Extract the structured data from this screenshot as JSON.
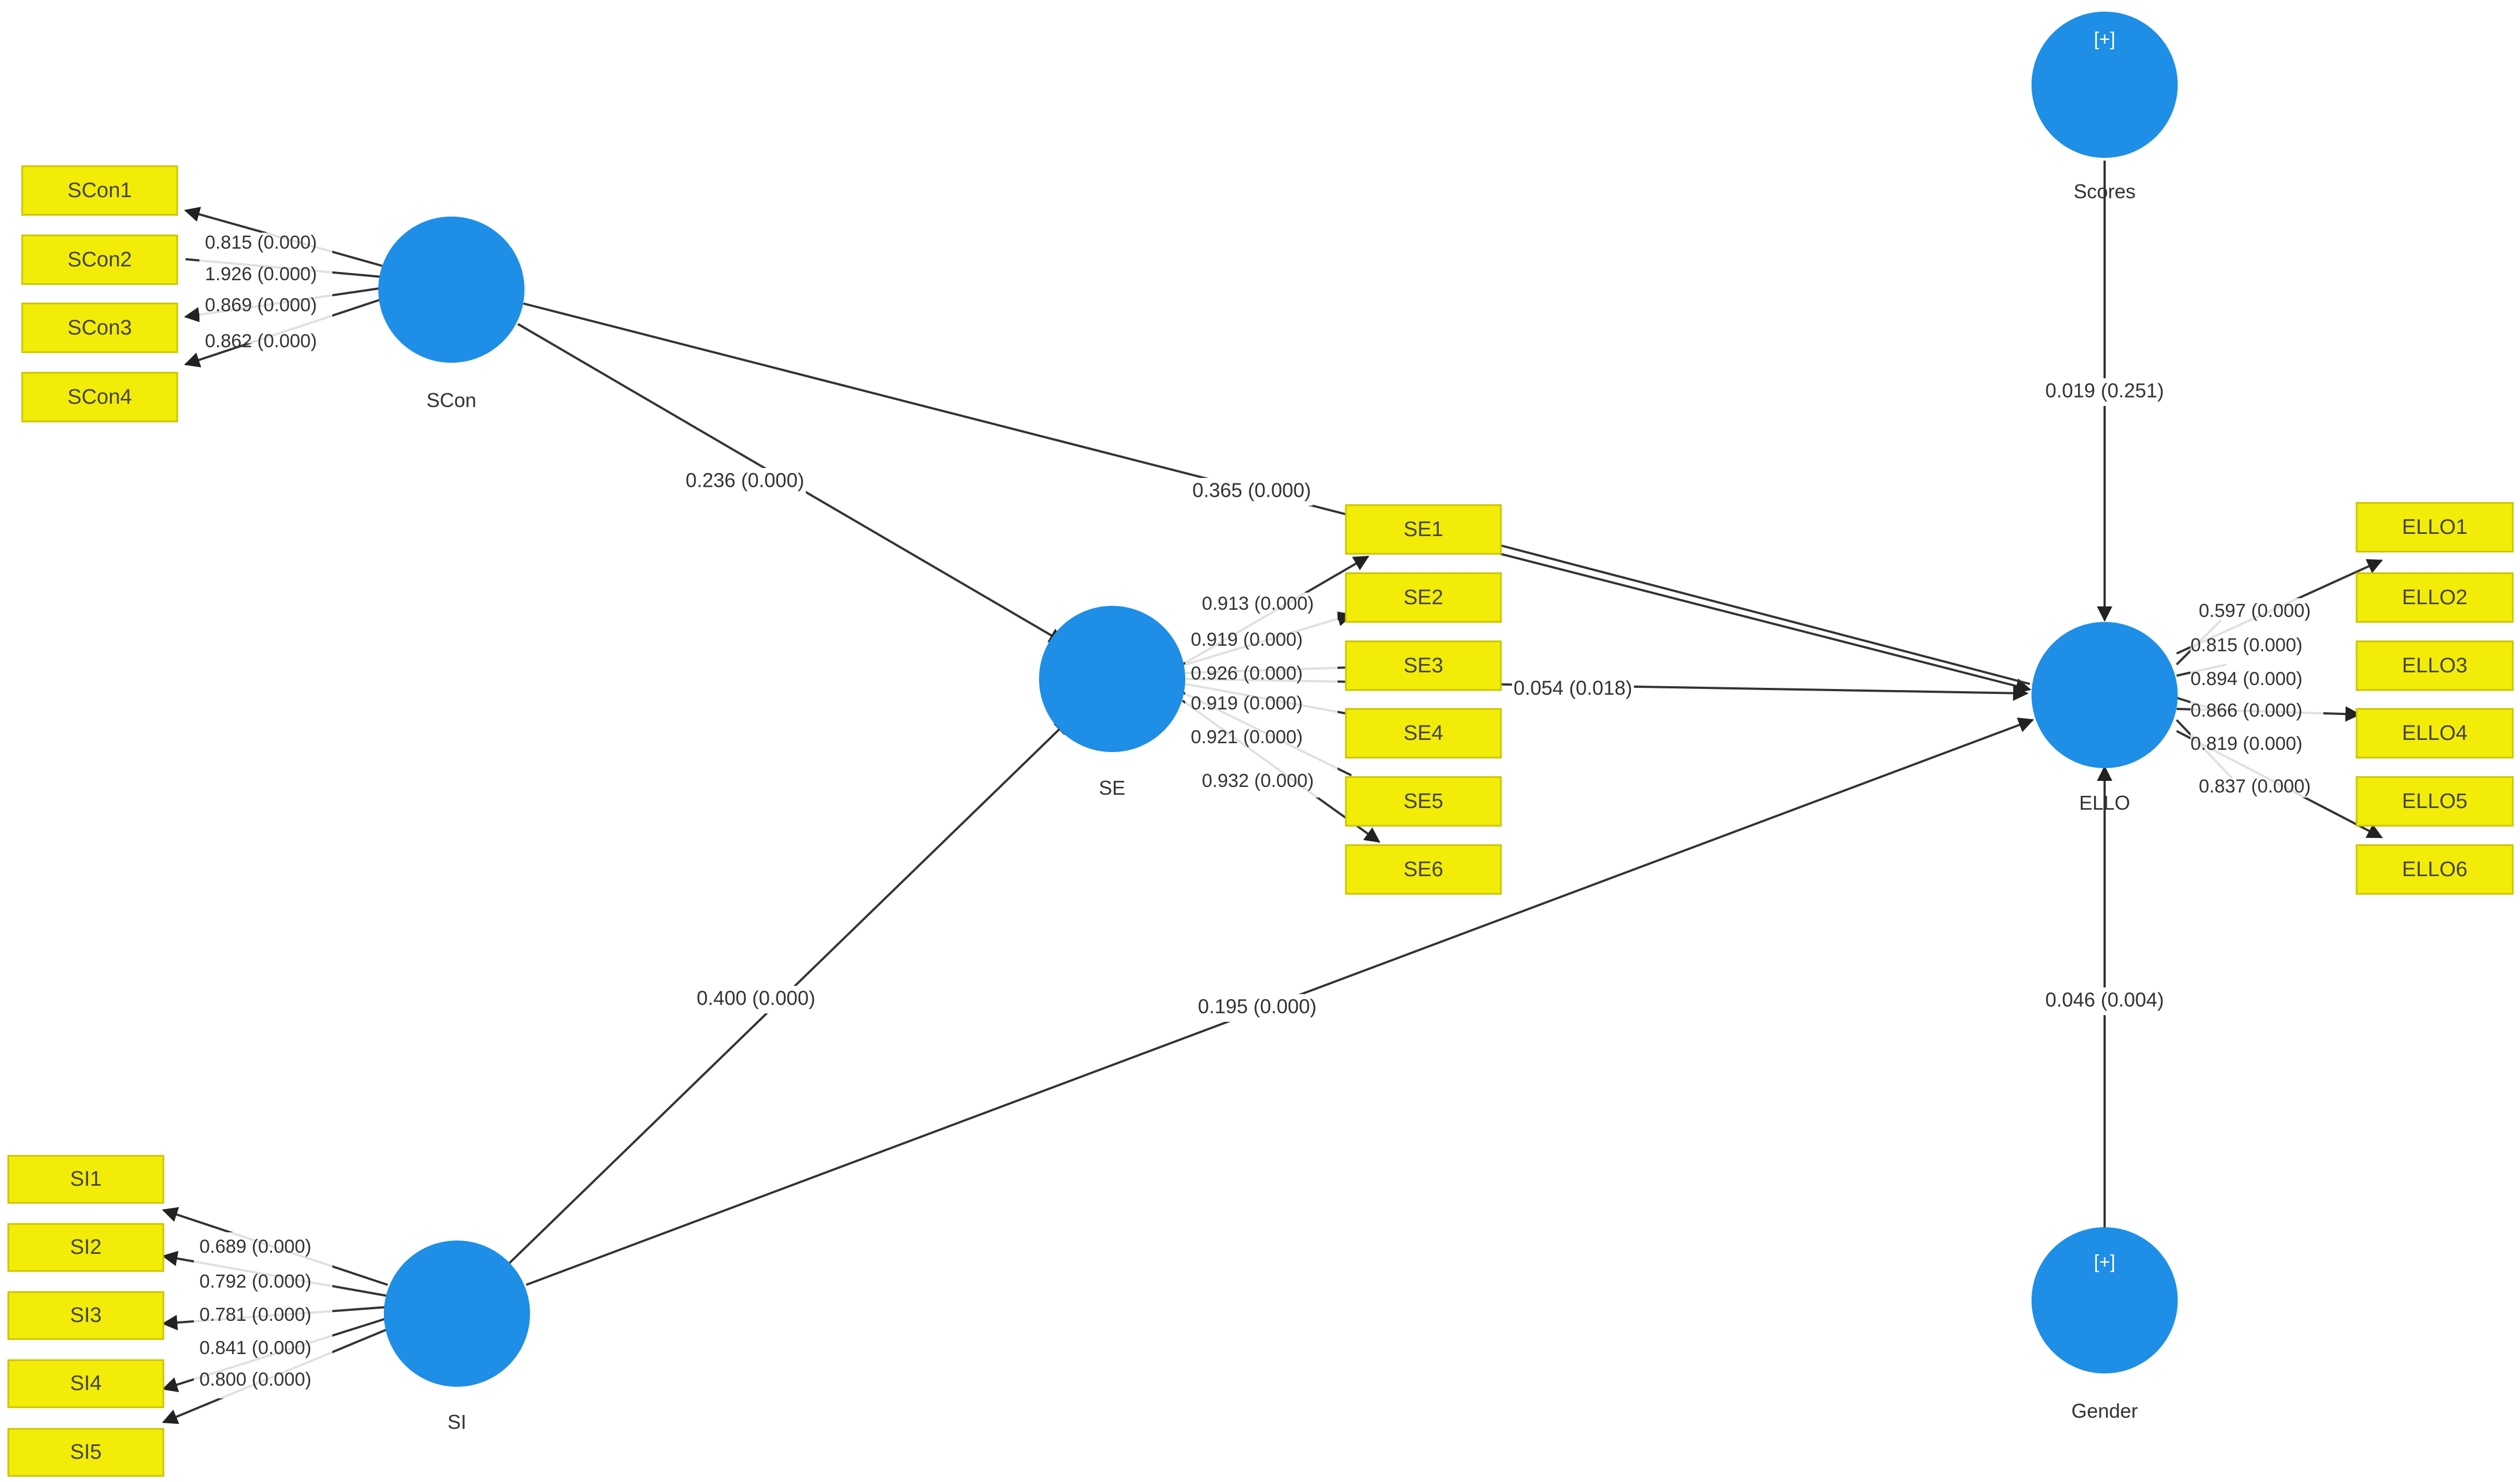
{
  "constructs": {
    "scon": {
      "label": "SCon",
      "color": "#1e8ee6"
    },
    "se": {
      "label": "SE",
      "color": "#1e8ee6"
    },
    "si": {
      "label": "SI",
      "color": "#1e8ee6"
    },
    "ello": {
      "label": "ELLO",
      "color": "#1e8ee6"
    },
    "scores": {
      "label": "Scores",
      "badge": "[+]",
      "color": "#1e8ee6"
    },
    "gender": {
      "label": "Gender",
      "badge": "[+]",
      "color": "#1e8ee6"
    }
  },
  "indicators": {
    "scon": [
      "SCon1",
      "SCon2",
      "SCon3",
      "SCon4"
    ],
    "se": [
      "SE1",
      "SE2",
      "SE3",
      "SE4",
      "SE5",
      "SE6"
    ],
    "si": [
      "SI1",
      "SI2",
      "SI3",
      "SI4",
      "SI5"
    ],
    "ello": [
      "ELLO1",
      "ELLO2",
      "ELLO3",
      "ELLO4",
      "ELLO5",
      "ELLO6"
    ]
  },
  "loadings": {
    "scon": [
      "0.815 (0.000)",
      "1.926 (0.000)",
      "0.869 (0.000)",
      "0.862 (0.000)"
    ],
    "se": [
      "0.913 (0.000)",
      "0.919 (0.000)",
      "0.926 (0.000)",
      "0.919 (0.000)",
      "0.921 (0.000)",
      "0.932 (0.000)"
    ],
    "si": [
      "0.689 (0.000)",
      "0.792 (0.000)",
      "0.781 (0.000)",
      "0.841 (0.000)",
      "0.800 (0.000)"
    ],
    "ello": [
      "0.597 (0.000)",
      "0.815 (0.000)",
      "0.894 (0.000)",
      "0.866 (0.000)",
      "0.819 (0.000)",
      "0.837 (0.000)"
    ]
  },
  "paths": {
    "scon_se": "0.236 (0.000)",
    "scon_ello": "0.365 (0.000)",
    "se_ello": "0.054 (0.018)",
    "si_se": "0.400 (0.000)",
    "si_ello": "0.195 (0.000)",
    "scores_ello": "0.019 (0.251)",
    "gender_ello": "0.046 (0.004)"
  },
  "colors": {
    "construct": "#1e8ee6",
    "indicator": "#f2ec08",
    "edge": "#333333"
  }
}
